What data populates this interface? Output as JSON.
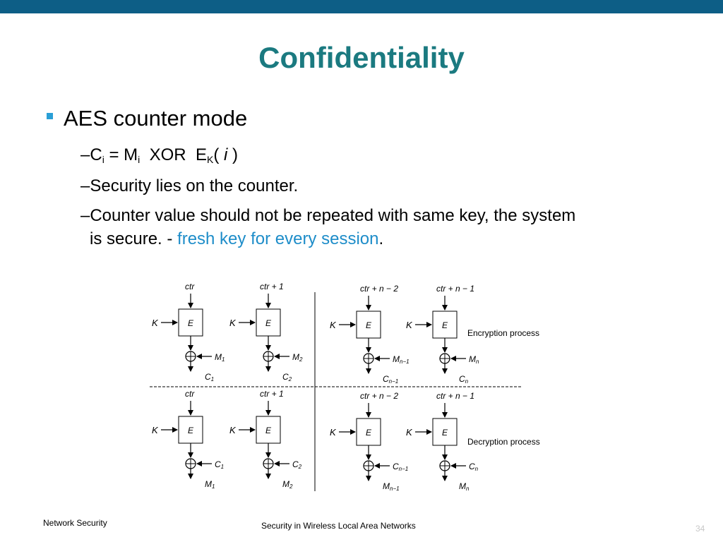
{
  "slide": {
    "title": "Confidentiality",
    "bullet": "AES counter mode",
    "formula": {
      "dash": "–",
      "c": "C",
      "c_sub": "i",
      "eq": " = M",
      "m_sub": "i",
      "xor": "  XOR  E",
      "e_sub": "K",
      "open": "( ",
      "arg": "i",
      "close": " )"
    },
    "line2": "–Security lies on the counter.",
    "line3a": "–Counter value should not be repeated with same key, the system",
    "line3b_pre": "is secure. - ",
    "line3b_highlight": "fresh key for every session",
    "line3b_post": "."
  },
  "diagram": {
    "ctr_labels": [
      "ctr",
      "ctr + 1",
      "ctr + n − 2",
      "ctr + n − 1"
    ],
    "key": "K",
    "box": "E",
    "enc_m": [
      [
        "M",
        "1"
      ],
      [
        "M",
        "2"
      ],
      [
        "M",
        "n−1"
      ],
      [
        "M",
        "n"
      ]
    ],
    "enc_c": [
      [
        "C",
        "1"
      ],
      [
        "C",
        "2"
      ],
      [
        "C",
        "n−1"
      ],
      [
        "C",
        "n"
      ]
    ],
    "enc_label": "Encryption process",
    "dec_label": "Decryption process"
  },
  "footer": {
    "left": "Network Security",
    "center": "Security  in  Wireless  Local  Area Networks",
    "page": "34"
  },
  "colors": {
    "bar": "#0d5e86",
    "title": "#1b7a80",
    "bullet": "#2a9fd6",
    "highlight": "#1e8dc9"
  }
}
